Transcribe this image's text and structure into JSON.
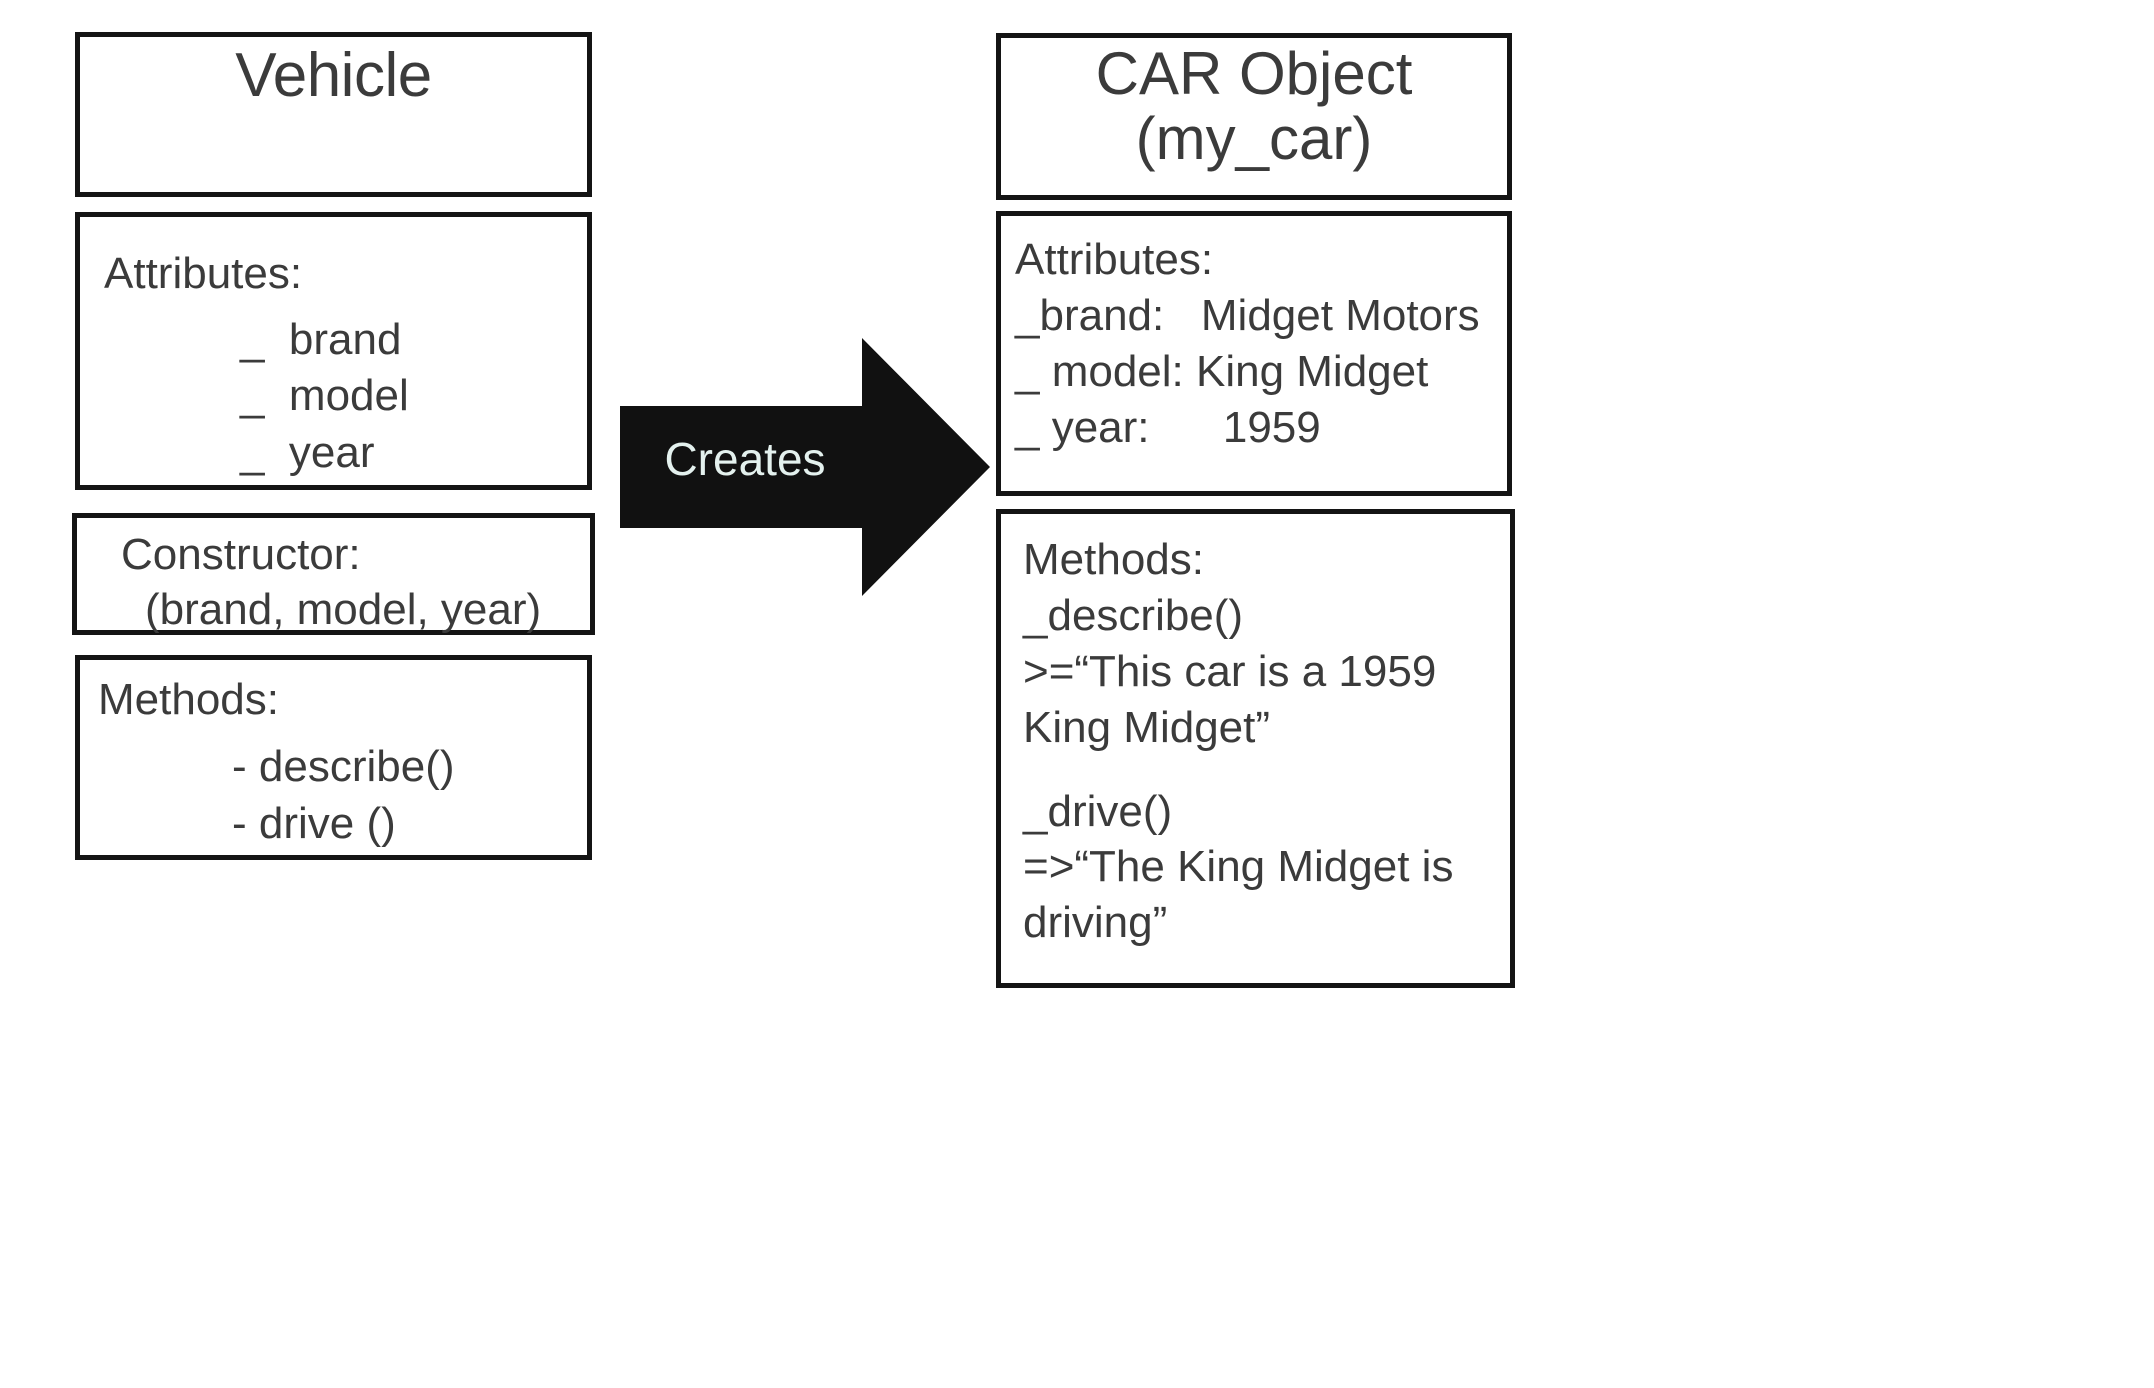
{
  "diagram": {
    "type": "class-to-object-uml",
    "background_color": "#FFFFFF",
    "text_color": "#3B3B3B",
    "border_color": "#141414",
    "arrow_color": "#111111",
    "arrow_label_color": "#E4F1EE"
  },
  "left_class": {
    "title": "Vehicle",
    "attributes": {
      "heading": "Attributes:",
      "items": [
        "_  brand",
        "_  model",
        "_  year"
      ]
    },
    "constructor": {
      "heading": "Constructor:",
      "signature": "(brand, model, year)"
    },
    "methods": {
      "heading": "Methods:",
      "items": [
        "- describe()",
        "- drive ()"
      ]
    }
  },
  "relationship": {
    "label": "Creates",
    "direction": "left-to-right",
    "icon": "block-arrow-right-icon"
  },
  "right_object": {
    "title_line1": "CAR Object",
    "title_line2": "(my_car)",
    "attributes": {
      "heading": "Attributes:",
      "items": [
        "_brand:   Midget Motors",
        "_ model: King Midget",
        "_ year:      1959"
      ]
    },
    "methods": {
      "heading": "Methods:",
      "lines": [
        "_describe()",
        ">=“This car is a 1959",
        "King Midget”",
        "",
        "_drive()",
        "=>“The King Midget is",
        "driving”"
      ]
    }
  }
}
